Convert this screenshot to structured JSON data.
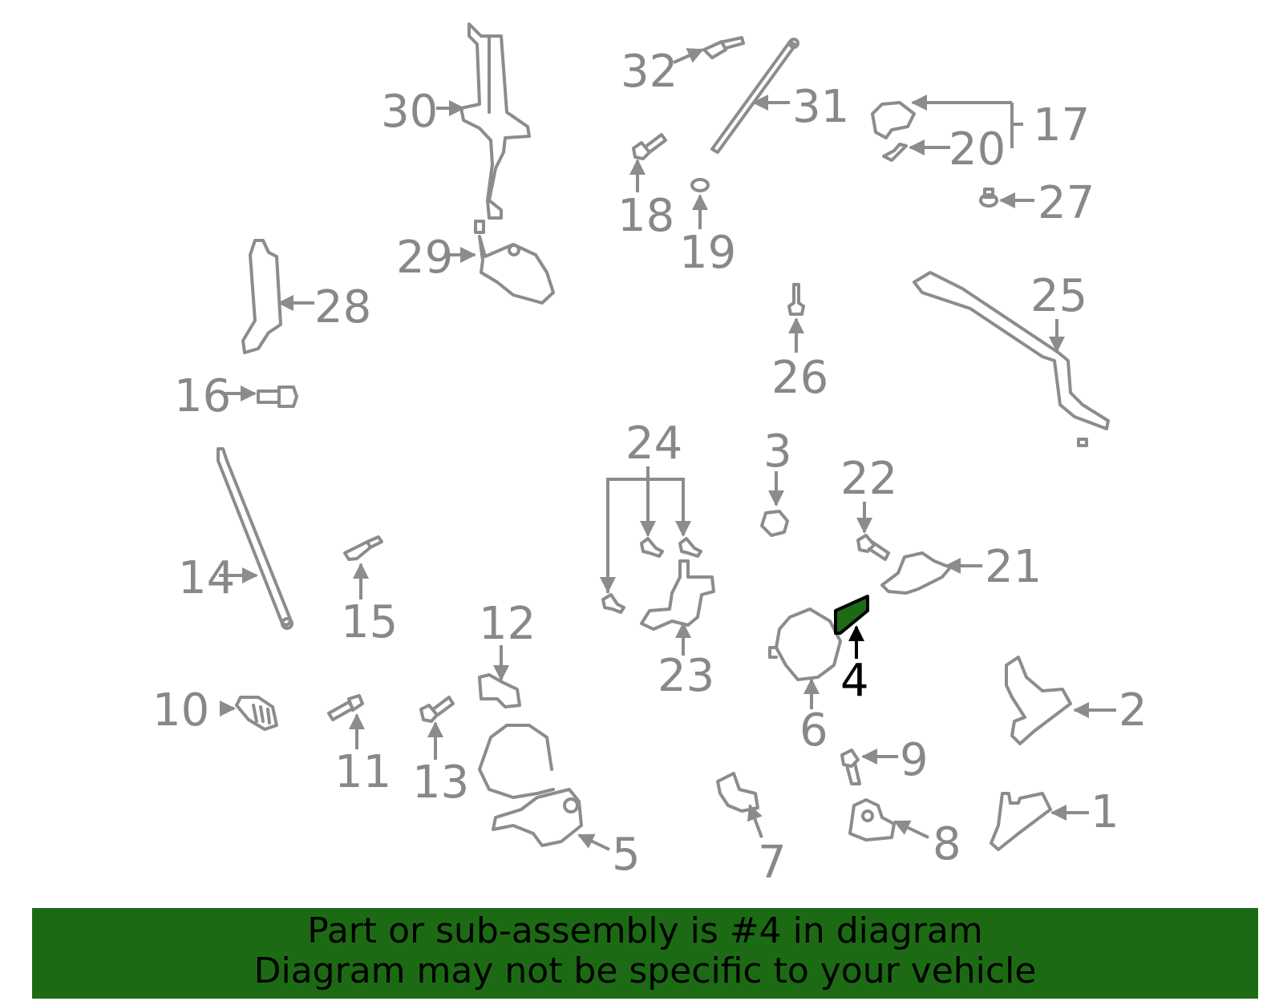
{
  "diagram": {
    "highlighted_part": "4",
    "colors": {
      "parts": "#8c8c8c",
      "labels": "#888888",
      "highlight_fill": "#1c6b14",
      "highlight_text": "#000000",
      "banner": "#1c6b14"
    },
    "labels": [
      "1",
      "2",
      "3",
      "4",
      "5",
      "6",
      "7",
      "8",
      "9",
      "10",
      "11",
      "12",
      "13",
      "14",
      "15",
      "16",
      "17",
      "18",
      "19",
      "20",
      "21",
      "22",
      "23",
      "24",
      "25",
      "26",
      "27",
      "28",
      "29",
      "30",
      "31",
      "32"
    ]
  },
  "banner": {
    "line1": "Part or sub-assembly is #4 in diagram",
    "line2": "Diagram may not be specific to your vehicle"
  }
}
